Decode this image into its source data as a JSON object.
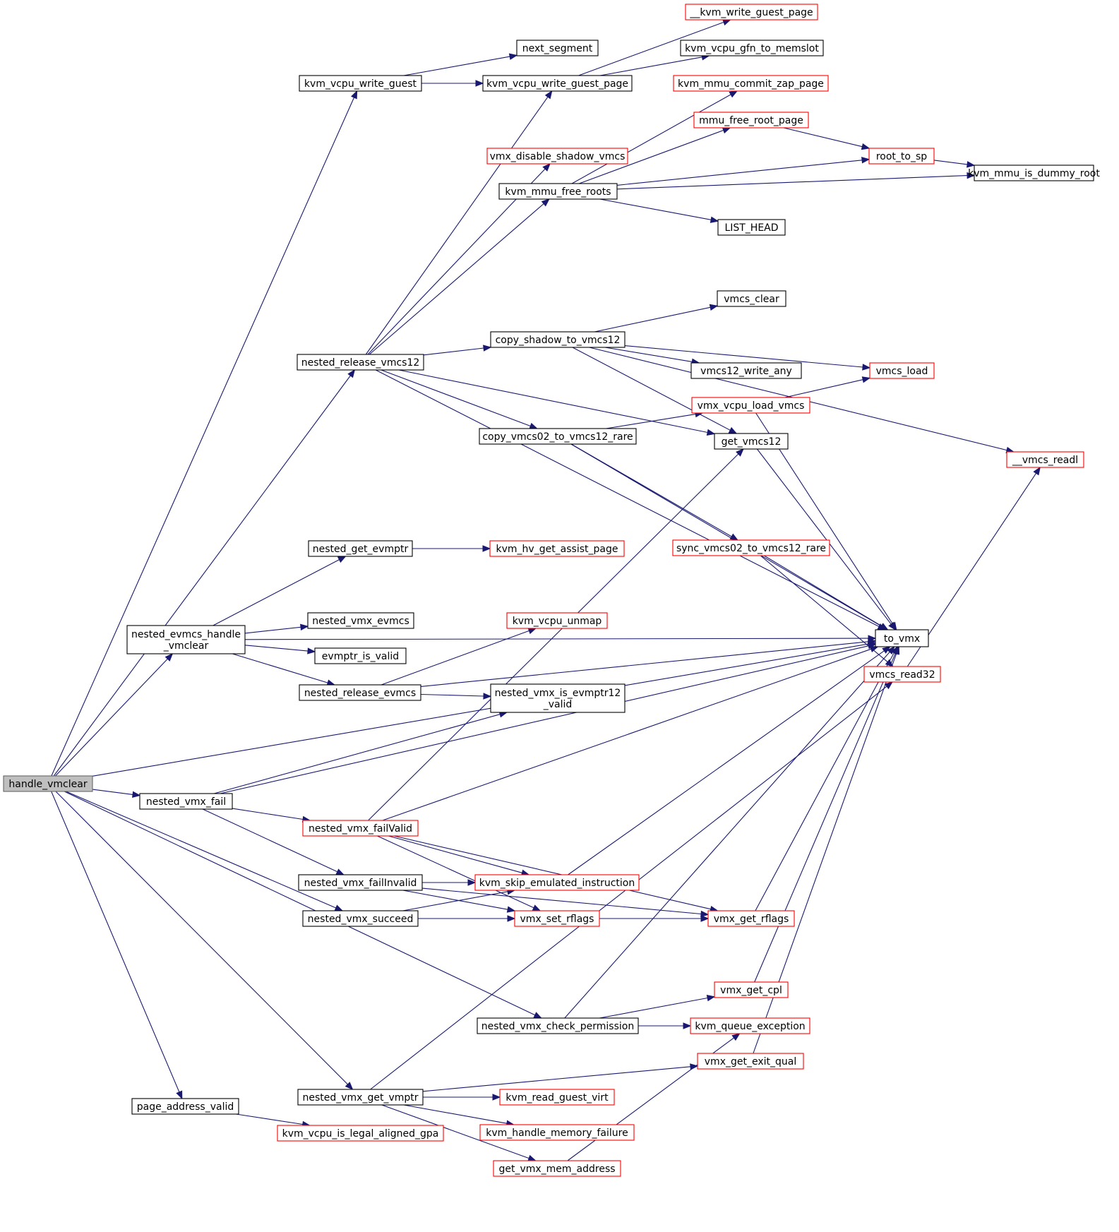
{
  "graph": {
    "nodes": [
      {
        "id": "handle_vmclear",
        "lines": [
          "handle_vmclear"
        ],
        "style": "root"
      },
      {
        "id": "kvm_vcpu_write_guest",
        "lines": [
          "kvm_vcpu_write_guest"
        ],
        "style": "black"
      },
      {
        "id": "nested_release_vmcs12",
        "lines": [
          "nested_release_vmcs12"
        ],
        "style": "black"
      },
      {
        "id": "to_vmx",
        "lines": [
          "to_vmx"
        ],
        "style": "black"
      },
      {
        "id": "nested_evmcs_handle_vmclear",
        "lines": [
          "nested_evmcs_handle",
          "_vmclear"
        ],
        "style": "black"
      },
      {
        "id": "nested_vmx_fail",
        "lines": [
          "nested_vmx_fail"
        ],
        "style": "black"
      },
      {
        "id": "nested_vmx_succeed",
        "lines": [
          "nested_vmx_succeed"
        ],
        "style": "black"
      },
      {
        "id": "nested_vmx_check_permission",
        "lines": [
          "nested_vmx_check_permission"
        ],
        "style": "black"
      },
      {
        "id": "nested_vmx_get_vmptr",
        "lines": [
          "nested_vmx_get_vmptr"
        ],
        "style": "black"
      },
      {
        "id": "page_address_valid",
        "lines": [
          "page_address_valid"
        ],
        "style": "black"
      },
      {
        "id": "next_segment",
        "lines": [
          "next_segment"
        ],
        "style": "black"
      },
      {
        "id": "kvm_vcpu_write_guest_page",
        "lines": [
          "kvm_vcpu_write_guest_page"
        ],
        "style": "black"
      },
      {
        "id": "__kvm_write_guest_page",
        "lines": [
          "__kvm_write_guest_page"
        ],
        "style": "red"
      },
      {
        "id": "kvm_vcpu_gfn_to_memslot",
        "lines": [
          "kvm_vcpu_gfn_to_memslot"
        ],
        "style": "black"
      },
      {
        "id": "vmx_disable_shadow_vmcs",
        "lines": [
          "vmx_disable_shadow_vmcs"
        ],
        "style": "red"
      },
      {
        "id": "kvm_mmu_free_roots",
        "lines": [
          "kvm_mmu_free_roots"
        ],
        "style": "black"
      },
      {
        "id": "kvm_mmu_commit_zap_page",
        "lines": [
          "kvm_mmu_commit_zap_page"
        ],
        "style": "red"
      },
      {
        "id": "mmu_free_root_page",
        "lines": [
          "mmu_free_root_page"
        ],
        "style": "red"
      },
      {
        "id": "root_to_sp",
        "lines": [
          "root_to_sp"
        ],
        "style": "red"
      },
      {
        "id": "kvm_mmu_is_dummy_root",
        "lines": [
          "kvm_mmu_is_dummy_root"
        ],
        "style": "black"
      },
      {
        "id": "LIST_HEAD",
        "lines": [
          "LIST_HEAD"
        ],
        "style": "black"
      },
      {
        "id": "copy_shadow_to_vmcs12",
        "lines": [
          "copy_shadow_to_vmcs12"
        ],
        "style": "black"
      },
      {
        "id": "__vmcs_readl",
        "lines": [
          "__vmcs_readl"
        ],
        "style": "red"
      },
      {
        "id": "vmcs_clear",
        "lines": [
          "vmcs_clear"
        ],
        "style": "black"
      },
      {
        "id": "get_vmcs12",
        "lines": [
          "get_vmcs12"
        ],
        "style": "black"
      },
      {
        "id": "vmcs_load",
        "lines": [
          "vmcs_load"
        ],
        "style": "red"
      },
      {
        "id": "vmcs12_write_any",
        "lines": [
          "vmcs12_write_any"
        ],
        "style": "black"
      },
      {
        "id": "copy_vmcs02_to_vmcs12_rare",
        "lines": [
          "copy_vmcs02_to_vmcs12_rare"
        ],
        "style": "black"
      },
      {
        "id": "vmx_vcpu_load_vmcs",
        "lines": [
          "vmx_vcpu_load_vmcs"
        ],
        "style": "red"
      },
      {
        "id": "sync_vmcs02_to_vmcs12_rare",
        "lines": [
          "sync_vmcs02_to_vmcs12_rare"
        ],
        "style": "red"
      },
      {
        "id": "vmcs_read32",
        "lines": [
          "vmcs_read32"
        ],
        "style": "red"
      },
      {
        "id": "nested_get_evmptr",
        "lines": [
          "nested_get_evmptr"
        ],
        "style": "black"
      },
      {
        "id": "kvm_hv_get_assist_page",
        "lines": [
          "kvm_hv_get_assist_page"
        ],
        "style": "red"
      },
      {
        "id": "nested_vmx_evmcs",
        "lines": [
          "nested_vmx_evmcs"
        ],
        "style": "black"
      },
      {
        "id": "evmptr_is_valid",
        "lines": [
          "evmptr_is_valid"
        ],
        "style": "black"
      },
      {
        "id": "nested_release_evmcs",
        "lines": [
          "nested_release_evmcs"
        ],
        "style": "black"
      },
      {
        "id": "kvm_vcpu_unmap",
        "lines": [
          "kvm_vcpu_unmap"
        ],
        "style": "red"
      },
      {
        "id": "nested_vmx_is_evmptr12_valid",
        "lines": [
          "nested_vmx_is_evmptr12",
          "_valid"
        ],
        "style": "black"
      },
      {
        "id": "nested_vmx_failValid",
        "lines": [
          "nested_vmx_failValid"
        ],
        "style": "red"
      },
      {
        "id": "nested_vmx_failInvalid",
        "lines": [
          "nested_vmx_failInvalid"
        ],
        "style": "black"
      },
      {
        "id": "kvm_skip_emulated_instruction",
        "lines": [
          "kvm_skip_emulated_instruction"
        ],
        "style": "red"
      },
      {
        "id": "vmx_set_rflags",
        "lines": [
          "vmx_set_rflags"
        ],
        "style": "red"
      },
      {
        "id": "vmx_get_rflags",
        "lines": [
          "vmx_get_rflags"
        ],
        "style": "red"
      },
      {
        "id": "vmx_get_cpl",
        "lines": [
          "vmx_get_cpl"
        ],
        "style": "red"
      },
      {
        "id": "kvm_queue_exception",
        "lines": [
          "kvm_queue_exception"
        ],
        "style": "red"
      },
      {
        "id": "vmx_get_exit_qual",
        "lines": [
          "vmx_get_exit_qual"
        ],
        "style": "red"
      },
      {
        "id": "kvm_read_guest_virt",
        "lines": [
          "kvm_read_guest_virt"
        ],
        "style": "red"
      },
      {
        "id": "kvm_handle_memory_failure",
        "lines": [
          "kvm_handle_memory_failure"
        ],
        "style": "red"
      },
      {
        "id": "get_vmx_mem_address",
        "lines": [
          "get_vmx_mem_address"
        ],
        "style": "red"
      },
      {
        "id": "kvm_vcpu_is_legal_aligned_gpa",
        "lines": [
          "kvm_vcpu_is_legal_aligned_gpa"
        ],
        "style": "red"
      }
    ],
    "edges": [
      [
        "handle_vmclear",
        "kvm_vcpu_write_guest"
      ],
      [
        "handle_vmclear",
        "nested_release_vmcs12"
      ],
      [
        "handle_vmclear",
        "to_vmx"
      ],
      [
        "handle_vmclear",
        "nested_evmcs_handle_vmclear"
      ],
      [
        "handle_vmclear",
        "nested_vmx_fail"
      ],
      [
        "handle_vmclear",
        "nested_vmx_succeed"
      ],
      [
        "handle_vmclear",
        "nested_vmx_check_permission"
      ],
      [
        "handle_vmclear",
        "nested_vmx_get_vmptr"
      ],
      [
        "handle_vmclear",
        "page_address_valid"
      ],
      [
        "kvm_vcpu_write_guest",
        "next_segment"
      ],
      [
        "kvm_vcpu_write_guest",
        "kvm_vcpu_write_guest_page"
      ],
      [
        "kvm_vcpu_write_guest_page",
        "__kvm_write_guest_page"
      ],
      [
        "kvm_vcpu_write_guest_page",
        "kvm_vcpu_gfn_to_memslot"
      ],
      [
        "nested_release_vmcs12",
        "kvm_vcpu_write_guest_page"
      ],
      [
        "nested_release_vmcs12",
        "vmx_disable_shadow_vmcs"
      ],
      [
        "nested_release_vmcs12",
        "kvm_mmu_free_roots"
      ],
      [
        "nested_release_vmcs12",
        "copy_shadow_to_vmcs12"
      ],
      [
        "nested_release_vmcs12",
        "get_vmcs12"
      ],
      [
        "nested_release_vmcs12",
        "copy_vmcs02_to_vmcs12_rare"
      ],
      [
        "nested_release_vmcs12",
        "to_vmx"
      ],
      [
        "kvm_mmu_free_roots",
        "kvm_mmu_commit_zap_page"
      ],
      [
        "kvm_mmu_free_roots",
        "mmu_free_root_page"
      ],
      [
        "kvm_mmu_free_roots",
        "root_to_sp"
      ],
      [
        "kvm_mmu_free_roots",
        "kvm_mmu_is_dummy_root"
      ],
      [
        "kvm_mmu_free_roots",
        "LIST_HEAD"
      ],
      [
        "mmu_free_root_page",
        "root_to_sp"
      ],
      [
        "root_to_sp",
        "kvm_mmu_is_dummy_root"
      ],
      [
        "copy_shadow_to_vmcs12",
        "__vmcs_readl"
      ],
      [
        "copy_shadow_to_vmcs12",
        "vmcs_clear"
      ],
      [
        "copy_shadow_to_vmcs12",
        "vmcs_load"
      ],
      [
        "copy_shadow_to_vmcs12",
        "vmcs12_write_any"
      ],
      [
        "copy_shadow_to_vmcs12",
        "get_vmcs12"
      ],
      [
        "copy_vmcs02_to_vmcs12_rare",
        "vmx_vcpu_load_vmcs"
      ],
      [
        "copy_vmcs02_to_vmcs12_rare",
        "to_vmx"
      ],
      [
        "copy_vmcs02_to_vmcs12_rare",
        "sync_vmcs02_to_vmcs12_rare"
      ],
      [
        "vmx_vcpu_load_vmcs",
        "vmcs_load"
      ],
      [
        "vmx_vcpu_load_vmcs",
        "to_vmx"
      ],
      [
        "get_vmcs12",
        "to_vmx"
      ],
      [
        "sync_vmcs02_to_vmcs12_rare",
        "to_vmx"
      ],
      [
        "sync_vmcs02_to_vmcs12_rare",
        "vmcs_read32"
      ],
      [
        "vmcs_read32",
        "__vmcs_readl"
      ],
      [
        "nested_evmcs_handle_vmclear",
        "nested_get_evmptr"
      ],
      [
        "nested_evmcs_handle_vmclear",
        "to_vmx"
      ],
      [
        "nested_evmcs_handle_vmclear",
        "nested_vmx_evmcs"
      ],
      [
        "nested_evmcs_handle_vmclear",
        "evmptr_is_valid"
      ],
      [
        "nested_evmcs_handle_vmclear",
        "nested_release_evmcs"
      ],
      [
        "nested_get_evmptr",
        "kvm_hv_get_assist_page"
      ],
      [
        "nested_release_evmcs",
        "kvm_vcpu_unmap"
      ],
      [
        "nested_release_evmcs",
        "to_vmx"
      ],
      [
        "nested_release_evmcs",
        "nested_vmx_is_evmptr12_valid"
      ],
      [
        "nested_vmx_fail",
        "nested_vmx_is_evmptr12_valid"
      ],
      [
        "nested_vmx_fail",
        "to_vmx"
      ],
      [
        "nested_vmx_fail",
        "nested_vmx_failValid"
      ],
      [
        "nested_vmx_fail",
        "nested_vmx_failInvalid"
      ],
      [
        "nested_vmx_failValid",
        "get_vmcs12"
      ],
      [
        "nested_vmx_failValid",
        "to_vmx"
      ],
      [
        "nested_vmx_failValid",
        "kvm_skip_emulated_instruction"
      ],
      [
        "nested_vmx_failValid",
        "vmx_set_rflags"
      ],
      [
        "nested_vmx_failValid",
        "vmx_get_rflags"
      ],
      [
        "nested_vmx_failInvalid",
        "kvm_skip_emulated_instruction"
      ],
      [
        "nested_vmx_failInvalid",
        "vmx_set_rflags"
      ],
      [
        "nested_vmx_failInvalid",
        "vmx_get_rflags"
      ],
      [
        "nested_vmx_succeed",
        "kvm_skip_emulated_instruction"
      ],
      [
        "nested_vmx_succeed",
        "vmx_set_rflags"
      ],
      [
        "nested_vmx_succeed",
        "vmx_get_rflags"
      ],
      [
        "kvm_skip_emulated_instruction",
        "to_vmx"
      ],
      [
        "vmx_set_rflags",
        "vmx_get_rflags"
      ],
      [
        "vmx_get_rflags",
        "to_vmx"
      ],
      [
        "nested_vmx_check_permission",
        "to_vmx"
      ],
      [
        "nested_vmx_check_permission",
        "vmx_get_cpl"
      ],
      [
        "nested_vmx_check_permission",
        "kvm_queue_exception"
      ],
      [
        "vmx_get_cpl",
        "to_vmx"
      ],
      [
        "nested_vmx_get_vmptr",
        "vmx_get_exit_qual"
      ],
      [
        "nested_vmx_get_vmptr",
        "kvm_read_guest_virt"
      ],
      [
        "nested_vmx_get_vmptr",
        "kvm_handle_memory_failure"
      ],
      [
        "nested_vmx_get_vmptr",
        "get_vmx_mem_address"
      ],
      [
        "nested_vmx_get_vmptr",
        "vmcs_read32"
      ],
      [
        "vmx_get_exit_qual",
        "to_vmx"
      ],
      [
        "get_vmx_mem_address",
        "kvm_queue_exception"
      ],
      [
        "page_address_valid",
        "kvm_vcpu_is_legal_aligned_gpa"
      ]
    ]
  },
  "colors": {
    "edge": "#191970",
    "node_border": "#000000",
    "node_border_red": "#ff0000",
    "root_fill": "#bfbfbf",
    "root_border": "#666666"
  }
}
